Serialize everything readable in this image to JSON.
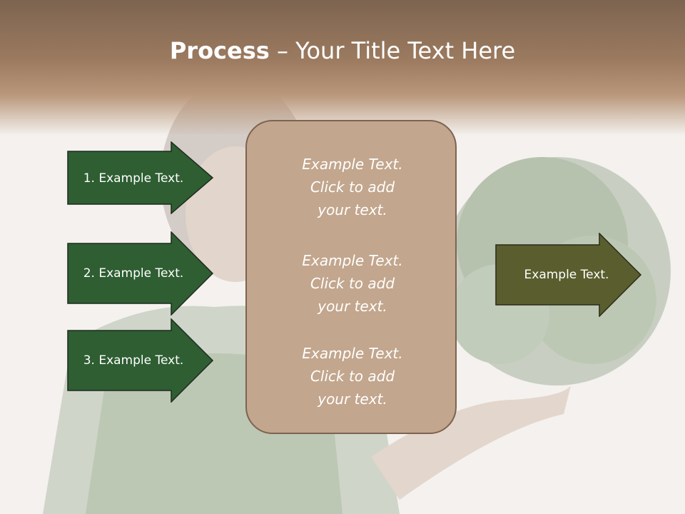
{
  "title": {
    "bold": "Process",
    "rest": " – Your Title Text Here"
  },
  "left_arrows": [
    {
      "label": "1. Example Text."
    },
    {
      "label": "2. Example Text."
    },
    {
      "label": "3. Example Text."
    }
  ],
  "center_box": {
    "paragraphs": [
      {
        "line1": "Example Text.",
        "line2": "Click  to add",
        "line3": "your text."
      },
      {
        "line1": "Example Text.",
        "line2": "Click  to add",
        "line3": "your text."
      },
      {
        "line1": "Example Text.",
        "line2": "Click  to add",
        "line3": "your text."
      }
    ]
  },
  "right_arrow": {
    "label": "Example Text."
  },
  "colors": {
    "header": "#8c6f57",
    "left_arrow_fill": "#2e5e32",
    "right_arrow_fill": "#5a5e2e",
    "center_box_fill": "#c2a68d",
    "center_box_border": "#7d6352"
  }
}
